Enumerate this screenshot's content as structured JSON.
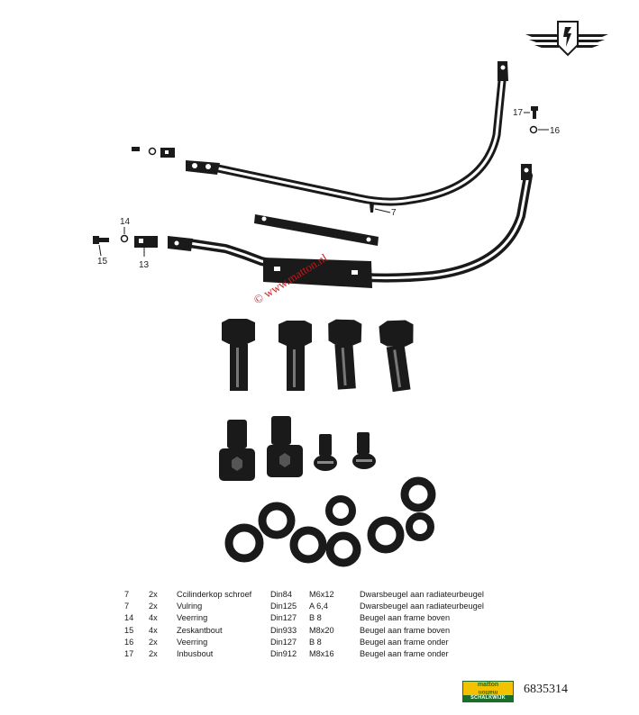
{
  "diagram": {
    "callouts": [
      "17",
      "16",
      "14",
      "15",
      "13",
      "7"
    ],
    "watermark": "© www.matton.nl"
  },
  "parts_table": {
    "rows": [
      {
        "ref": "7",
        "qty": "2x",
        "description": "Ccilinderkop schroef",
        "din": "Din84",
        "size": "M6x12",
        "note": "Dwarsbeugel aan radiateurbeugel"
      },
      {
        "ref": "7",
        "qty": "2x",
        "description": "Vulring",
        "din": "Din125",
        "size": "A 6,4",
        "note": "Dwarsbeugel aan radiateurbeugel"
      },
      {
        "ref": "14",
        "qty": "4x",
        "description": "Veerring",
        "din": "Din127",
        "size": "B 8",
        "note": "Beugel aan frame boven"
      },
      {
        "ref": "15",
        "qty": "4x",
        "description": "Zeskantbout",
        "din": "Din933",
        "size": "M8x20",
        "note": "Beugel aan frame boven"
      },
      {
        "ref": "16",
        "qty": "2x",
        "description": "Veerring",
        "din": "Din127",
        "size": "B 8",
        "note": "Beugel aan frame onder"
      },
      {
        "ref": "17",
        "qty": "2x",
        "description": "Inbusbout",
        "din": "Din912",
        "size": "M8x16",
        "note": "Beugel aan frame onder"
      }
    ]
  },
  "footer": {
    "brand_top": "matton",
    "brand_mirrored": "matton",
    "brand_bar": "SCHALKWIJK",
    "article_number": "6835314"
  },
  "colors": {
    "ink": "#1a1a1a",
    "watermark": "#c41818",
    "brand_yellow": "#f2c200",
    "brand_green": "#1b6e2a"
  }
}
